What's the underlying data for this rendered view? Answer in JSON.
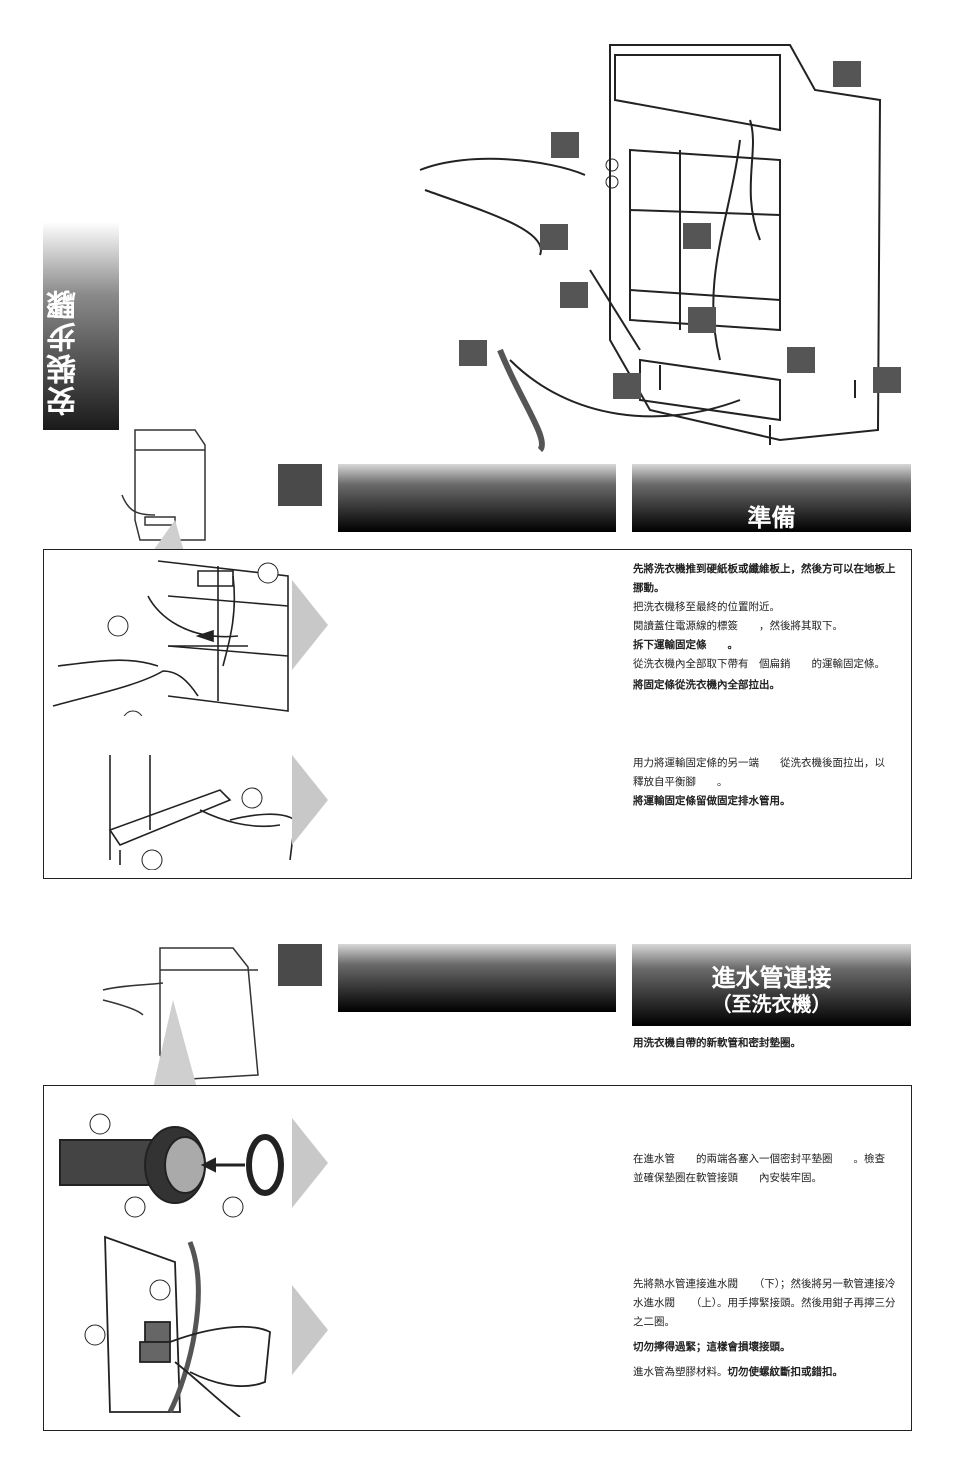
{
  "side_title": "安裝步驟",
  "sections": [
    {
      "title": "準備",
      "subtitle": ""
    },
    {
      "title": "進水管連接",
      "subtitle": "（至洗衣機）"
    }
  ],
  "prep": {
    "p1": "先將洗衣機推到硬紙板或纖維板上，然後方可以在地板上挪動。",
    "p2": "把洗衣機移至最終的位置附近。",
    "p3": "閱讀蓋住電源線的標簽　　，然後將其取下。",
    "p4": "拆下運輸固定條　　。",
    "p5": "從洗衣機內全部取下帶有　個扁銷　　的運輸固定條。",
    "p6": "將固定條從洗衣機內全部拉出。",
    "p7": "用力將運輸固定條的另一端　　從洗衣機後面拉出，以釋放自平衡腳　　。",
    "p8": "將運輸固定條留做固定排水管用。"
  },
  "inlet": {
    "intro": "用洗衣機自帶的新軟管和密封墊圈。",
    "p1": "在進水管　　的兩端各塞入一個密封平墊圈　　。檢查並確保墊圈在軟管接頭　　內安裝牢固。",
    "p2": "先將熱水管連接進水閥　　（下）；然後將另一軟管連接冷水進水閥　　（上）。用手擰緊接頭。然後用鉗子再擰三分之二圈。",
    "p3": "切勿擰得過緊；這樣會損壞接頭。",
    "p4_a": "進水管為塑膠材料。",
    "p4_b": "切勿使螺紋斷扣或錯扣。"
  },
  "colors": {
    "header_dark": "#000000",
    "panel_border": "#222222",
    "arrow": "#c8c8c8",
    "callout": "#555555"
  }
}
